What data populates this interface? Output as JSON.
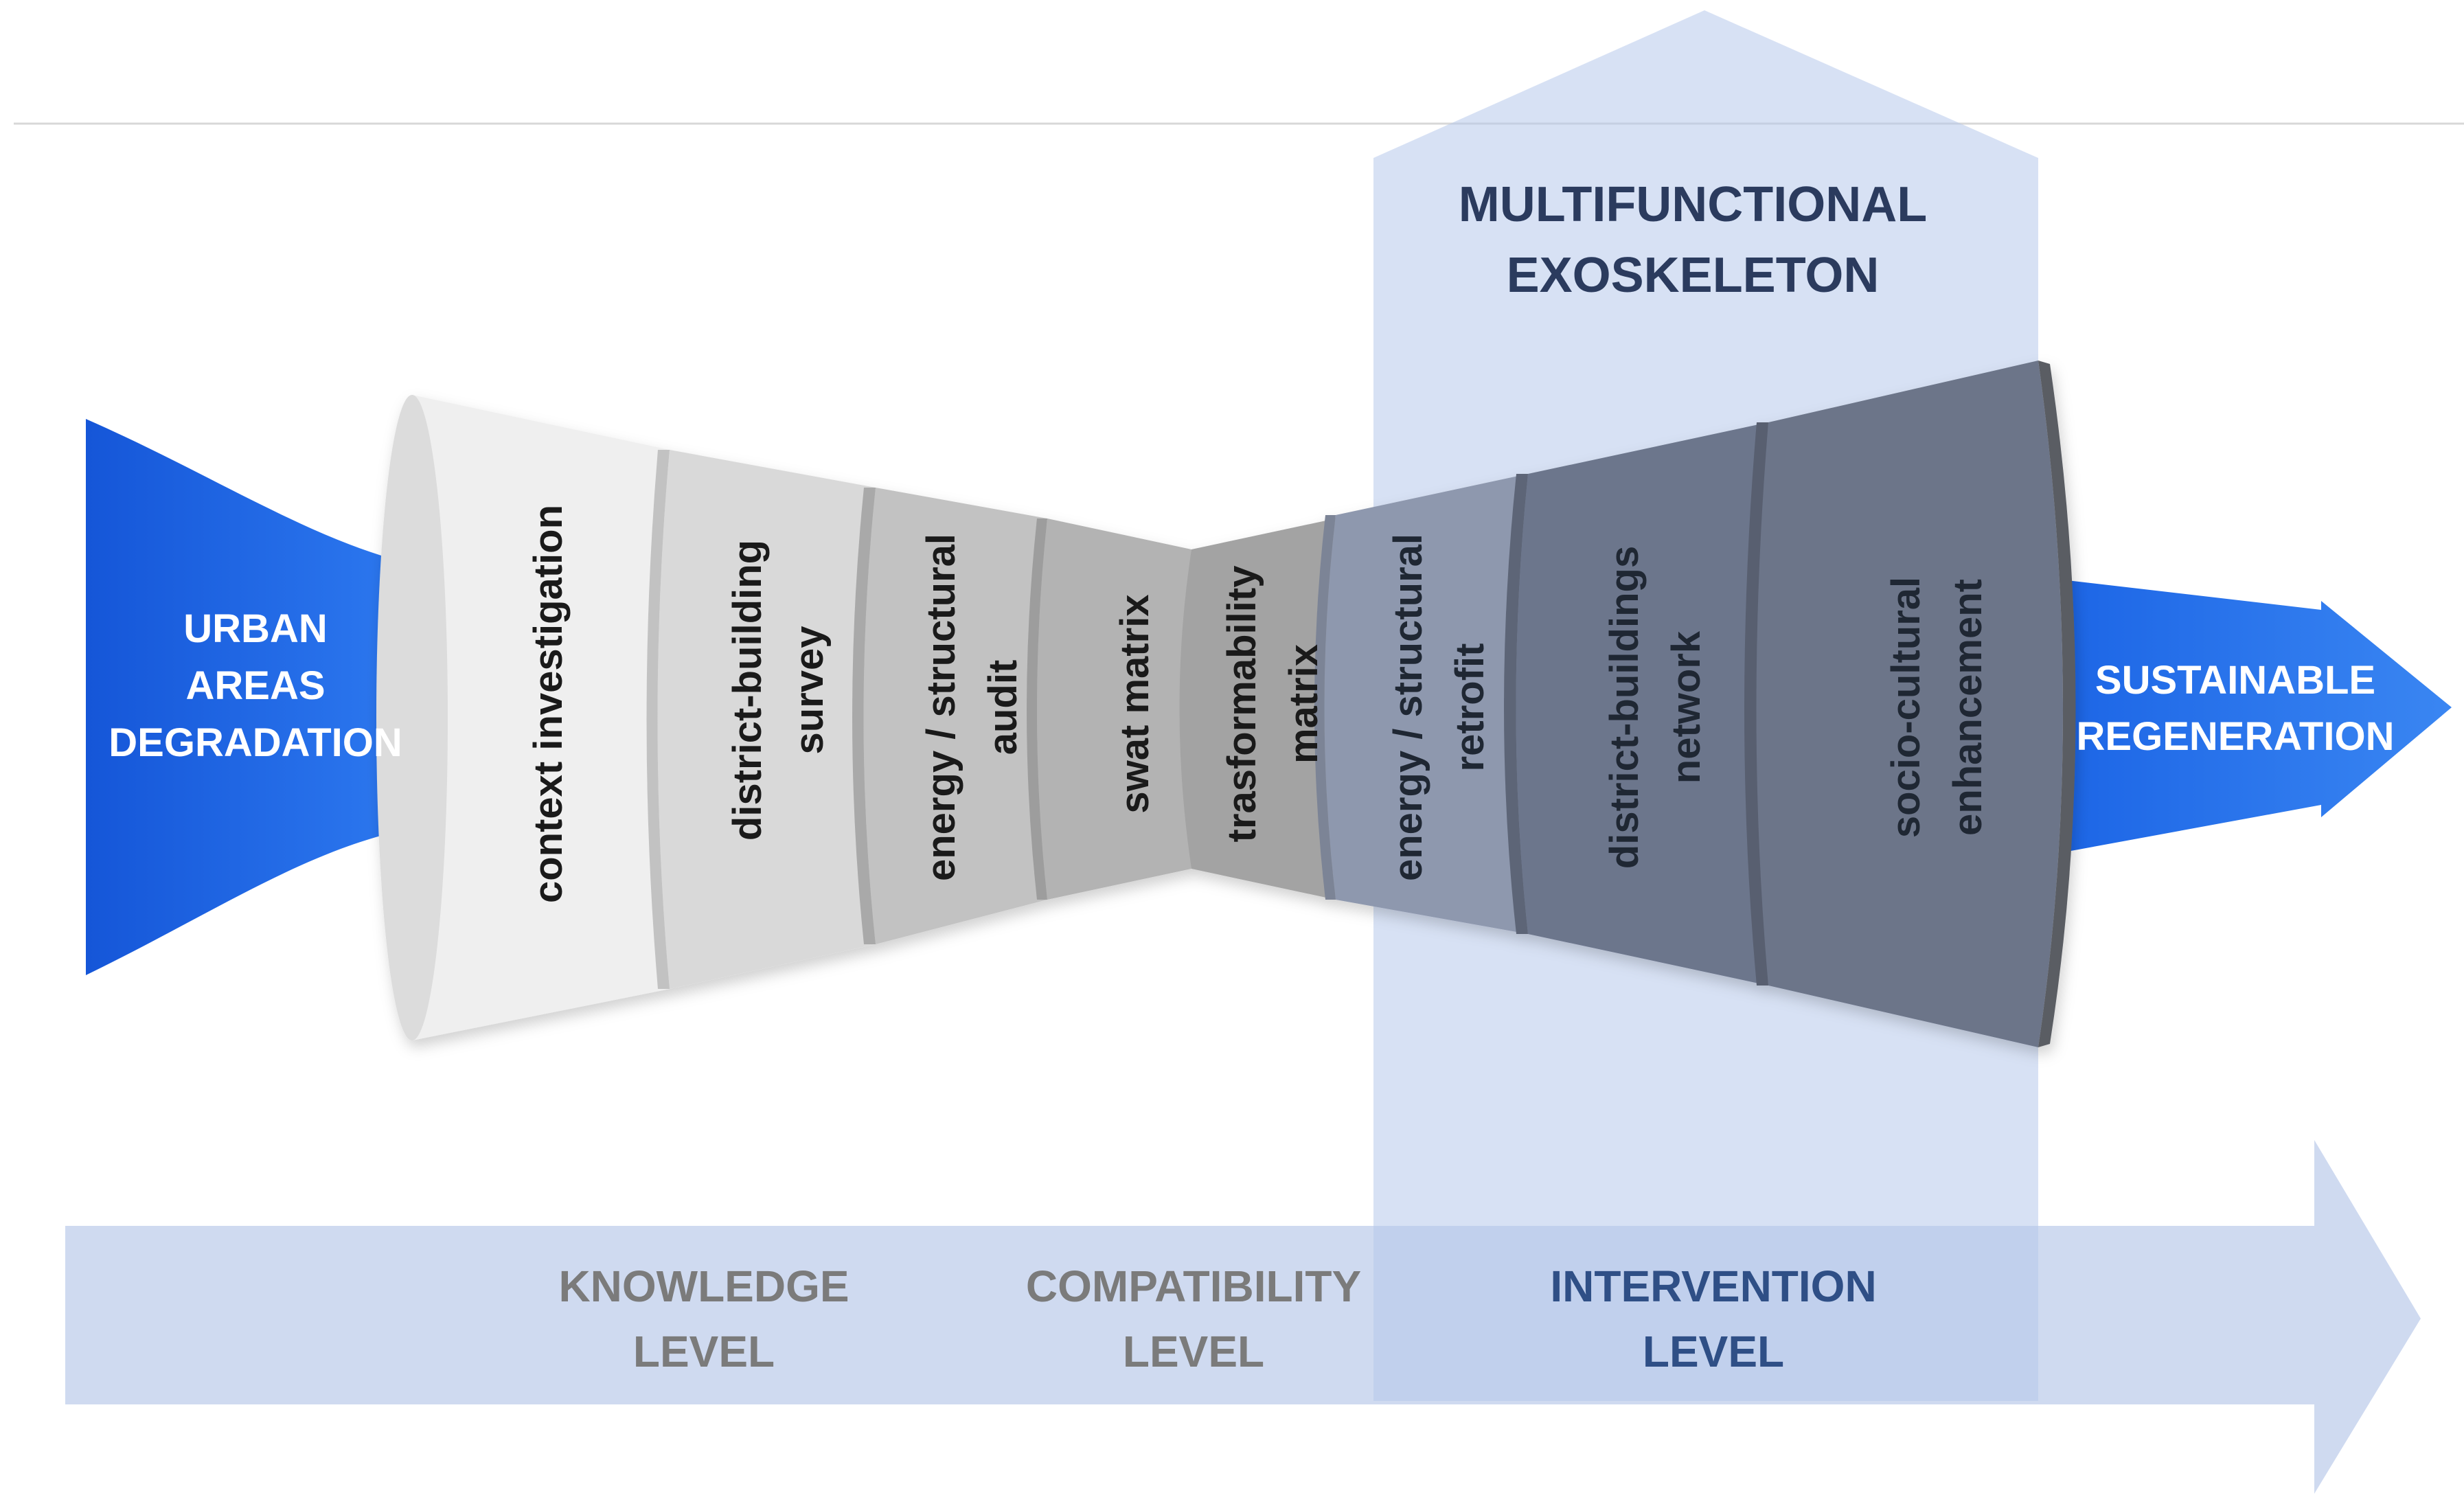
{
  "input_label": [
    "URBAN",
    "AREAS",
    "DEGRADATION"
  ],
  "output_label": [
    "SUSTAINABLE",
    "REGENERATION"
  ],
  "exoskeleton_title": [
    "MULTIFUNCTIONAL",
    "EXOSKELETON"
  ],
  "stages": [
    {
      "lines": [
        "context investigation"
      ]
    },
    {
      "lines": [
        "district-building",
        "survey"
      ]
    },
    {
      "lines": [
        "energy / structural",
        "audit"
      ]
    },
    {
      "lines": [
        "swat matrix"
      ]
    },
    {
      "lines": [
        "trasformability",
        "matrix"
      ]
    },
    {
      "lines": [
        "energy / structural",
        "retrofit"
      ]
    },
    {
      "lines": [
        "district-buildings",
        "network"
      ]
    },
    {
      "lines": [
        "socio-cultural",
        "enhancement"
      ]
    }
  ],
  "levels": [
    {
      "lines": [
        "KNOWLEDGE",
        "LEVEL"
      ]
    },
    {
      "lines": [
        "COMPATIBILITY",
        "LEVEL"
      ]
    },
    {
      "lines": [
        "INTERVENTION",
        "LEVEL"
      ]
    }
  ],
  "colors": {
    "input_blue": "#1a5fe0",
    "band_blue": "#c9d6ef",
    "band_dark": "#9fb5e0",
    "exo_blue": "#b8c9ec"
  }
}
